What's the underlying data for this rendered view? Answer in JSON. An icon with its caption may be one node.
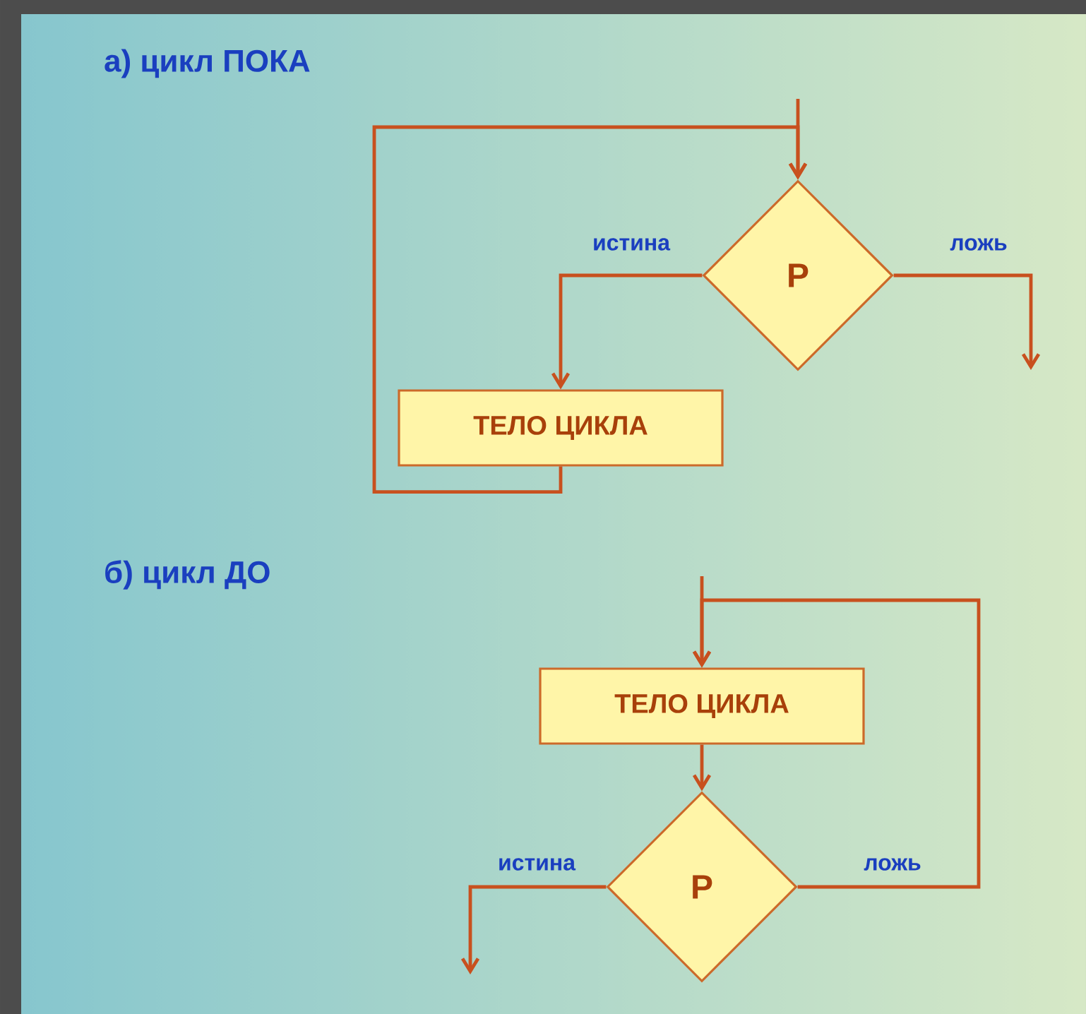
{
  "diagram": {
    "nodes": [
      {
        "text": [
          "P"
        ]
      },
      {
        "text": [
          "ТЕЛО ЦИКЛА"
        ]
      },
      {
        "text": [
          "ТЕЛО ЦИКЛА"
        ]
      },
      {
        "text": [
          "P"
        ]
      }
    ],
    "edges": [
      {
        "from": null,
        "to": 0,
        "arrow": "to"
      },
      {
        "from": 0,
        "to": 1,
        "arrow": "to",
        "label": "истина"
      },
      {
        "from": 0,
        "to": null,
        "arrow": "to",
        "label": "ложь"
      },
      {
        "from": 1,
        "to": 0,
        "arrow": "to"
      },
      {
        "from": null,
        "to": 2,
        "arrow": "to"
      },
      {
        "from": 2,
        "to": 3,
        "arrow": "to"
      },
      {
        "from": 3,
        "to": null,
        "arrow": "to",
        "label": "истина"
      },
      {
        "from": 3,
        "to": 2,
        "arrow": "to",
        "label": "ложь"
      }
    ],
    "labels": [
      "а) цикл ПОКА",
      "б) цикл ДО"
    ]
  }
}
